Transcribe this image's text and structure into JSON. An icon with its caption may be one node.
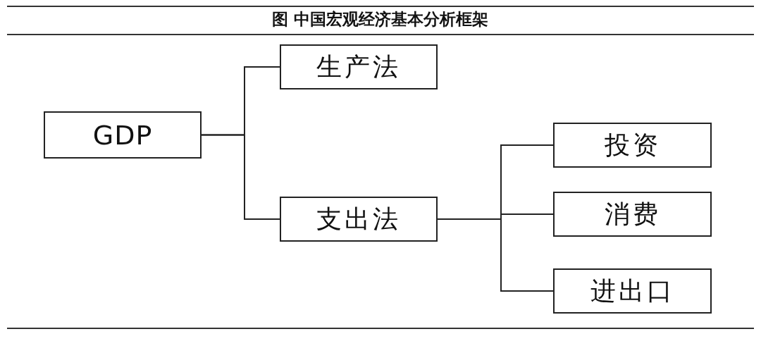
{
  "diagram": {
    "title": "图 中国宏观经济基本分析框架",
    "nodes": [
      {
        "text": [
          "GDP"
        ]
      },
      {
        "text": [
          "生产法"
        ]
      },
      {
        "text": [
          "支出法"
        ]
      },
      {
        "text": [
          "投资"
        ]
      },
      {
        "text": [
          "消费"
        ]
      },
      {
        "text": [
          "进出口"
        ]
      }
    ],
    "edges": [
      {
        "from": 0,
        "to": 1,
        "arrow": "none"
      },
      {
        "from": 0,
        "to": 2,
        "arrow": "none"
      },
      {
        "from": 2,
        "to": 3,
        "arrow": "none"
      },
      {
        "from": 2,
        "to": 4,
        "arrow": "none"
      },
      {
        "from": 2,
        "to": 5,
        "arrow": "none"
      }
    ]
  }
}
